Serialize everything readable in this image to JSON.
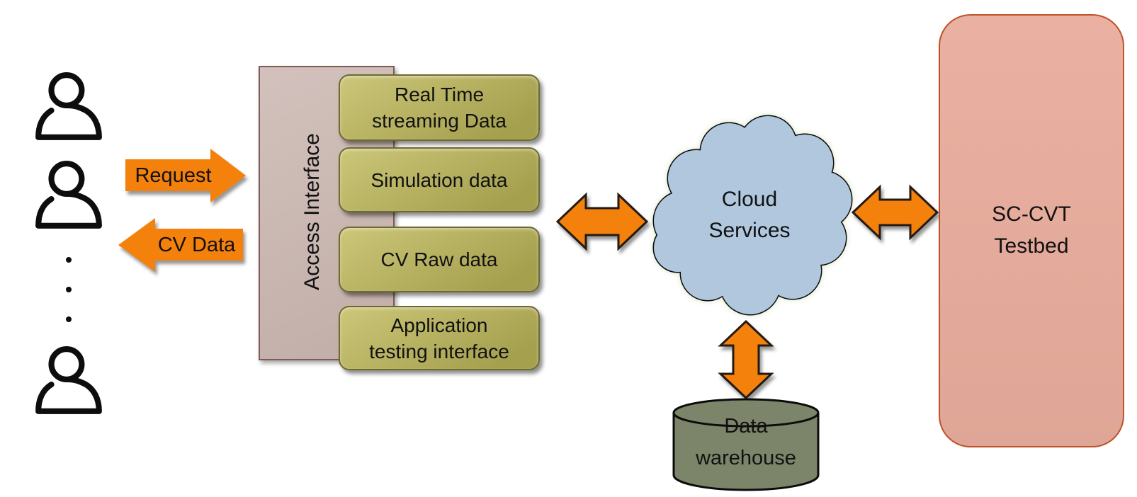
{
  "colors": {
    "arrow_orange": "#F5810D",
    "arrow_outline": "#241A12",
    "khaki_fill_light": "#CCC779",
    "khaki_fill_dark": "#A5A04E",
    "khaki_border": "#6F6931",
    "mauve_fill_light": "#D2C1BC",
    "mauve_fill_dark": "#C2AEA8",
    "mauve_border": "#7E5C54",
    "cloud_fill": "#B0C7DE",
    "cylinder_fill": "#7C8569",
    "testbed_fill_light": "#EAB1A2",
    "testbed_fill_dark": "#DFA596",
    "testbed_border": "#BE5329",
    "text": "#111111"
  },
  "icons": {
    "user": "person-outline-icon",
    "bidirectional_arrow": "double-headed-arrow-icon",
    "database": "cylinder-icon",
    "cloud": "cloud-shape-icon"
  },
  "left_flow": {
    "request_arrow_label": "Request",
    "cv_data_arrow_label": "CV Data"
  },
  "access_interface": {
    "label": "Access Interface",
    "data_boxes": [
      {
        "lines": [
          "Real Time",
          "streaming Data"
        ]
      },
      {
        "lines": [
          "Simulation data"
        ]
      },
      {
        "lines": [
          "CV Raw data"
        ]
      },
      {
        "lines": [
          "Application",
          "testing interface"
        ]
      }
    ]
  },
  "cloud": {
    "lines": [
      "Cloud",
      "Services"
    ]
  },
  "warehouse": {
    "lines": [
      "Data",
      "warehouse"
    ]
  },
  "testbed": {
    "lines": [
      "SC-CVT",
      "Testbed"
    ]
  }
}
